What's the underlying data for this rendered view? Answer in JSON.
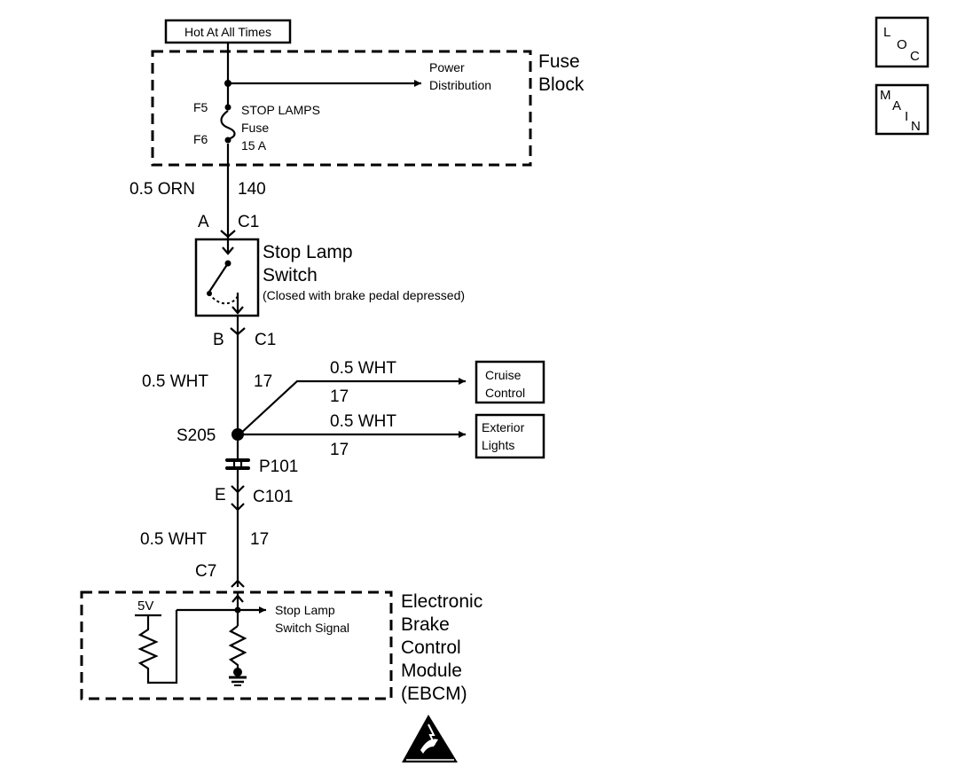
{
  "source": {
    "label": "Hot At All Times"
  },
  "fuse_block": {
    "title_line1": "Fuse",
    "title_line2": "Block",
    "power_line1": "Power",
    "power_line2": "Distribution",
    "f5": "F5",
    "f6": "F6",
    "fuse_line1": "STOP LAMPS",
    "fuse_line2": "Fuse",
    "fuse_line3": "15 A"
  },
  "wire_orn": {
    "gauge_color": "0.5 ORN",
    "circuit": "140"
  },
  "connector_c1_top": {
    "pin": "A",
    "name": "C1"
  },
  "stop_lamp_switch": {
    "title_line1": "Stop Lamp",
    "title_line2": "Switch",
    "note": "(Closed with brake pedal depressed)"
  },
  "connector_c1_bottom": {
    "pin": "B",
    "name": "C1"
  },
  "wire_wht_main": {
    "gauge_color": "0.5 WHT",
    "circuit": "17"
  },
  "branch_cruise": {
    "gauge_color": "0.5 WHT",
    "circuit": "17",
    "label_line1": "Cruise",
    "label_line2": "Control"
  },
  "branch_exterior": {
    "gauge_color": "0.5 WHT",
    "circuit": "17",
    "label_line1": "Exterior",
    "label_line2": "Lights"
  },
  "splice": {
    "name": "S205"
  },
  "pass_through": {
    "name": "P101"
  },
  "connector_c101": {
    "pin": "E",
    "name": "C101"
  },
  "wire_wht_lower": {
    "gauge_color": "0.5 WHT",
    "circuit": "17"
  },
  "connector_c7": {
    "name": "C7"
  },
  "ebcm": {
    "voltage": "5V",
    "signal_line1": "Stop Lamp",
    "signal_line2": "Switch Signal",
    "title_line1": "Electronic",
    "title_line2": "Brake",
    "title_line3": "Control",
    "title_line4": "Module",
    "title_line5": "(EBCM)"
  },
  "nav_loc": {
    "l": "L",
    "o": "O",
    "c": "C"
  },
  "nav_main": {
    "m": "M",
    "a": "A",
    "i": "I",
    "n": "N"
  },
  "icons": {
    "esd": "esd-warning-icon",
    "ground": "ground-icon",
    "arrow": "arrow-right-icon"
  },
  "colors": {
    "ink": "#000000",
    "paper": "#ffffff"
  }
}
